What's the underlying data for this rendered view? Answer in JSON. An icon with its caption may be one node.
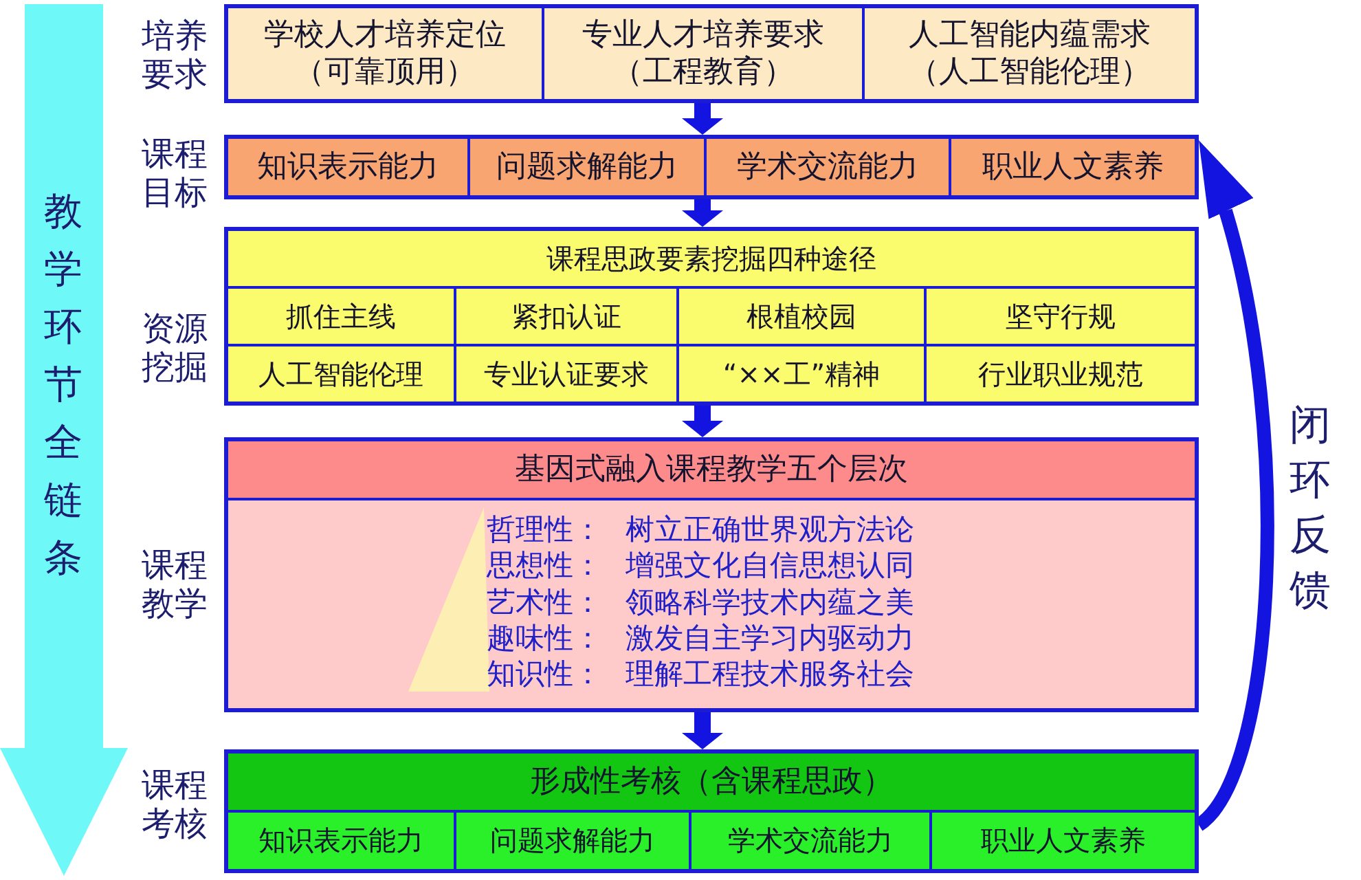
{
  "diagram": {
    "nodes": [
      {
        "text": [],
        "shape": "box",
        "beside": [
          "培养要求"
        ]
      },
      {
        "text": [
          "学校人才培养定位",
          "（可靠顶用）"
        ],
        "in": 0
      },
      {
        "text": [
          "专业人才培养要求",
          "（工程教育）"
        ],
        "in": 0
      },
      {
        "text": [
          "人工智能内蕴需求",
          "（人工智能伦理）"
        ],
        "in": 0
      },
      {
        "text": [],
        "shape": "box",
        "beside": [
          "课程目标"
        ]
      },
      {
        "text": [
          "知识表示能力"
        ],
        "in": 4
      },
      {
        "text": [
          "问题求解能力"
        ],
        "in": 4
      },
      {
        "text": [
          "学术交流能力"
        ],
        "in": 4
      },
      {
        "text": [
          "职业人文素养"
        ],
        "in": 4
      },
      {
        "text": [],
        "shape": "box",
        "beside": [
          "资源挖掘"
        ]
      },
      {
        "text": [
          "课程思政要素挖掘四种途径"
        ],
        "in": 9
      },
      {
        "text": [
          "抓住主线"
        ],
        "in": 9
      },
      {
        "text": [
          "紧扣认证"
        ],
        "in": 9
      },
      {
        "text": [
          "根植校园"
        ],
        "in": 9
      },
      {
        "text": [
          "坚守行规"
        ],
        "in": 9
      },
      {
        "text": [
          "人工智能伦理"
        ],
        "in": 9
      },
      {
        "text": [
          "专业认证要求"
        ],
        "in": 9
      },
      {
        "text": [
          "“××工”精神"
        ],
        "in": 9
      },
      {
        "text": [
          "行业职业规范"
        ],
        "in": 9
      },
      {
        "text": [],
        "shape": "box",
        "beside": [
          "课程教学"
        ]
      },
      {
        "text": [
          "基因式融入课程教学五个层次"
        ],
        "in": 19
      },
      {
        "text": [
          "哲理性：",
          "树立正确世界观方法论",
          "思想性：",
          "增强文化自信思想认同",
          "艺术性：",
          "领略科学技术内蕴之美",
          "趣味性：",
          "激发自主学习内驱动力",
          "知识性：",
          "理解工程技术服务社会"
        ],
        "in": 19
      },
      {
        "text": [],
        "shape": "box",
        "beside": [
          "课程考核"
        ]
      },
      {
        "text": [
          "形成性考核（含课程思政）"
        ],
        "in": 22
      },
      {
        "text": [
          "知识表示能力"
        ],
        "in": 22
      },
      {
        "text": [
          "问题求解能力"
        ],
        "in": 22
      },
      {
        "text": [
          "学术交流能力"
        ],
        "in": 22
      },
      {
        "text": [
          "职业人文素养"
        ],
        "in": 22
      },
      {
        "text": [
          "教学环节全链条"
        ]
      }
    ],
    "edges": [
      {
        "from": 0,
        "to": 4,
        "arrow": "to"
      },
      {
        "from": 4,
        "to": 9,
        "arrow": "to"
      },
      {
        "from": 9,
        "to": 19,
        "arrow": "to"
      },
      {
        "from": 19,
        "to": 22,
        "arrow": "to"
      },
      {
        "from": 22,
        "to": 4,
        "arrow": "to",
        "label": "闭环反馈"
      }
    ]
  }
}
